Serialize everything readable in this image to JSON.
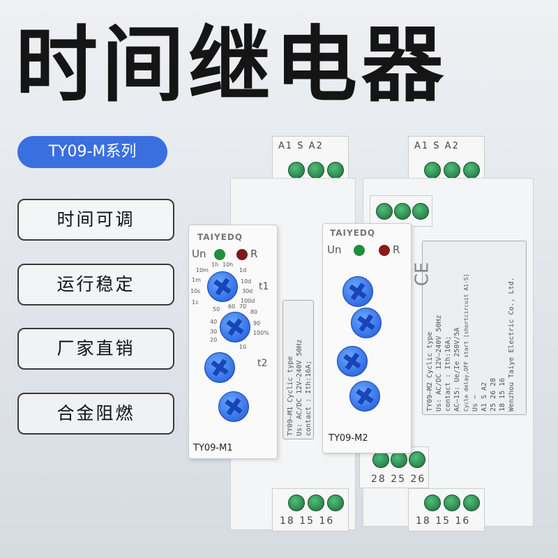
{
  "title": "时间继电器",
  "series_badge": "TY09-M系列",
  "features": [
    "时间可调",
    "运行稳定",
    "厂家直销",
    "合金阻燃"
  ],
  "devices": [
    {
      "brand": "TAIYEDQ",
      "led_left": "Un",
      "led_right": "R",
      "model": "TY09-M1",
      "top_terminals": "A1 S A2",
      "bottom_terminals": "18 15 16",
      "t1": "t1",
      "t2": "t2",
      "time_scale": [
        "10m",
        "1h",
        "10h",
        "1d",
        "1m",
        "10d",
        "10s",
        "30d",
        "1s",
        "100d"
      ],
      "pct_scale": [
        "50",
        "60",
        "70",
        "80",
        "40",
        "90",
        "30",
        "100%",
        "20",
        "10"
      ],
      "label_lines": [
        "TY09—M1   Cyclic type",
        "Us: AC/DC 12V—240V 50Hz",
        "contact : Ith:16A;"
      ]
    },
    {
      "brand": "TAIYEDQ",
      "led_left": "Un",
      "led_right": "R",
      "model": "TY09-M2",
      "top_terminals": "A1 S A2",
      "mid_terminals": "28 25 26",
      "bottom_terminals": "18 15 16",
      "label_lines": [
        "TY09—M2   Cyclic type",
        "Us: AC/DC 12V—240V 50Hz",
        "contact : Ith:16A;",
        "AC—15: Ue/Ie 250V/5A",
        "Cycle delay,OFF start [shortcircuit A1-S]"
      ],
      "diagram_labels": [
        "Us ~",
        "A1 S A2",
        "25 26 28",
        "18 15 16"
      ],
      "manufacturer": "Wenzhou Taiye Electric Co., Ltd."
    }
  ],
  "ce_mark": "CE"
}
